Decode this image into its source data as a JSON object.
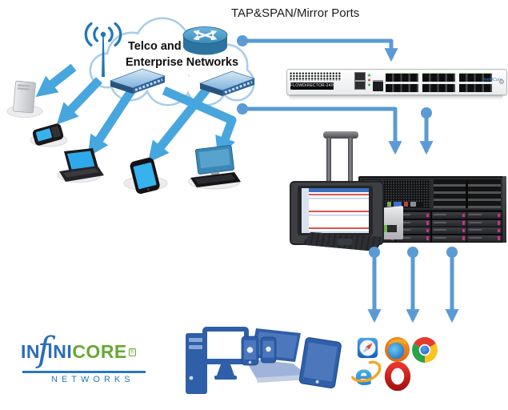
{
  "title": "TAP&SPAN/Mirror Ports",
  "cloud": {
    "line1": "Telco and",
    "line2": "Enterprise Networks"
  },
  "tap_switch": {
    "label": "FlowDirector-2400",
    "brand": "InfiniCore"
  },
  "logo": {
    "part_in": "IN",
    "part_f": "f",
    "part_ini": "INI",
    "part_core": "CORE",
    "reg": "®",
    "networks": "NETWORKS"
  },
  "colors": {
    "connector_arrow": "#5B9BD5",
    "fan_arrow": "#47A6DE",
    "cloud_outline": "#A9CCE9",
    "logo_blue": "#2B6CB8",
    "logo_green": "#67A832",
    "flat_icon_blue": "#2E5FA8",
    "drive_latch_magenta": "#C93090"
  },
  "icons": {
    "network_core": [
      "wifi-antenna",
      "router",
      "network-switch",
      "network-switch"
    ],
    "left_endpoints": [
      "tower-pc",
      "feature-phone",
      "laptop",
      "smartphone",
      "desktop-computer"
    ],
    "bottom_endpoints": [
      "desktop-pc",
      "laptop",
      "smartphone",
      "smartphone",
      "tablet"
    ],
    "browsers": [
      "safari",
      "firefox",
      "chrome",
      "internet-explorer",
      "opera"
    ]
  }
}
